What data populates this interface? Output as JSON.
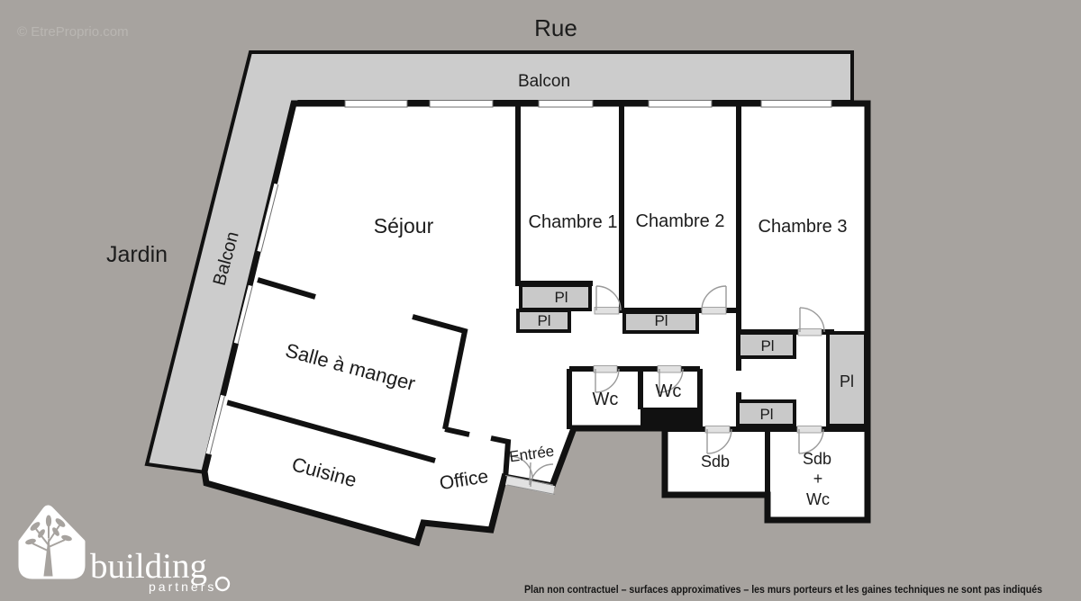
{
  "colors": {
    "background": "#a7a39f",
    "plan_fill": "#ffffff",
    "balcony_fill": "#cccccc",
    "closet_fill": "#c9c9c9",
    "wall": "#111111",
    "label": "#1c1c1c",
    "door": "#9a9a9a",
    "watermark": "#b9b6b2",
    "logo": "#ffffff",
    "footer_text": "#161616"
  },
  "watermark": "© EtreProprio.com",
  "environment": {
    "street": "Rue",
    "garden": "Jardin"
  },
  "balcony": {
    "top": "Balcon",
    "side": "Balcon"
  },
  "rooms": {
    "sejour": "Séjour",
    "chambre1": "Chambre 1",
    "chambre2": "Chambre 2",
    "chambre3": "Chambre 3",
    "salle_a_manger": "Salle à manger",
    "cuisine": "Cuisine",
    "office": "Office",
    "entree": "Entrée",
    "wc1": "Wc",
    "wc2": "Wc",
    "sdb": "Sdb",
    "sdb_wc": {
      "line1": "Sdb",
      "line2": "+",
      "line3": "Wc"
    }
  },
  "closets": {
    "pl1": "Pl",
    "pl2": "Pl",
    "pl3": "Pl",
    "pl4": "Pl",
    "pl5": "Pl",
    "pl6": "Pl"
  },
  "logo": {
    "brand": "building",
    "sub": "partners"
  },
  "footer": {
    "disclaimer": "Plan non contractuel – surfaces approximatives – les murs porteurs et les gaines techniques ne sont pas indiqués"
  }
}
